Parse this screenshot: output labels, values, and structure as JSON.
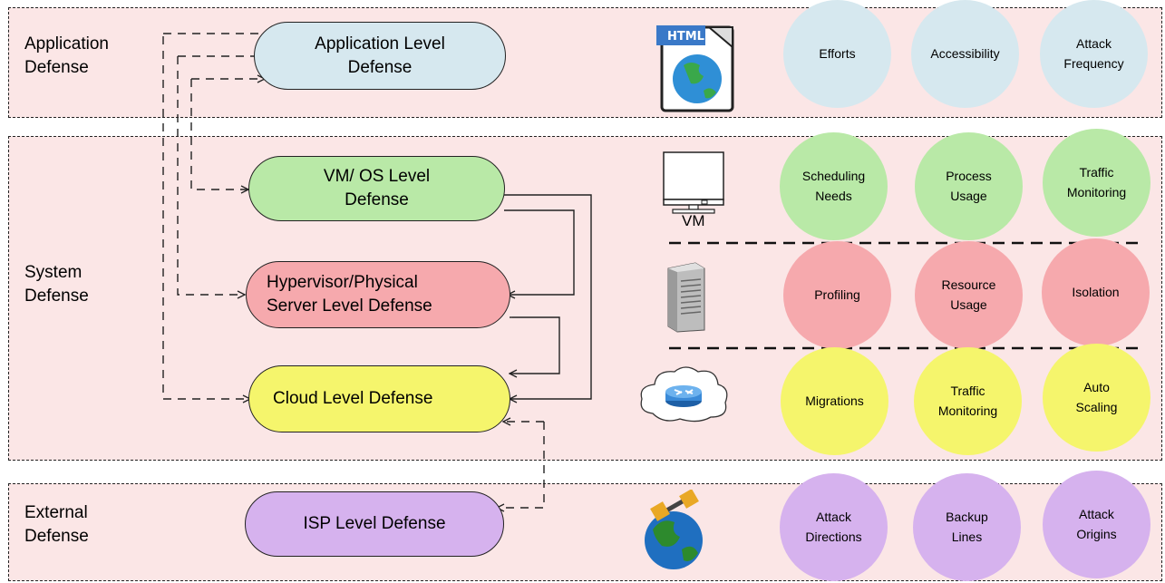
{
  "layers": {
    "application": {
      "title": "Application\nDefense"
    },
    "system": {
      "title": "System\nDefense"
    },
    "external": {
      "title": "External\nDefense"
    }
  },
  "defenses": {
    "application": "Application Level\nDefense",
    "vm_os": "VM/ OS Level\nDefense",
    "hypervisor": "Hypervisor/Physical\nServer Level Defense",
    "cloud": "Cloud Level Defense",
    "isp": "ISP Level Defense"
  },
  "icons": {
    "application": "html-document-icon",
    "vm": "vm-monitor-icon",
    "vm_label": "VM",
    "server": "server-tower-icon",
    "cloud": "cloud-router-icon",
    "isp": "globe-satellite-icon"
  },
  "factors": {
    "application": [
      "Efforts",
      "Accessibility",
      "Attack\nFrequency"
    ],
    "vm_os": [
      "Scheduling\nNeeds",
      "Process\nUsage",
      "Traffic\nMonitoring"
    ],
    "hypervisor": [
      "Profiling",
      "Resource\nUsage",
      "Isolation"
    ],
    "cloud": [
      "Migrations",
      "Traffic\nMonitoring",
      "Auto\nScaling"
    ],
    "isp": [
      "Attack\nDirections",
      "Backup\nLines",
      "Attack\nOrigins"
    ]
  },
  "colors": {
    "band_fill": "#fbe6e6",
    "application": "#d6e8ef",
    "vm_os": "#b9e9a7",
    "hypervisor": "#f6a9ad",
    "cloud": "#f5f56c",
    "isp": "#d6b2ee"
  }
}
